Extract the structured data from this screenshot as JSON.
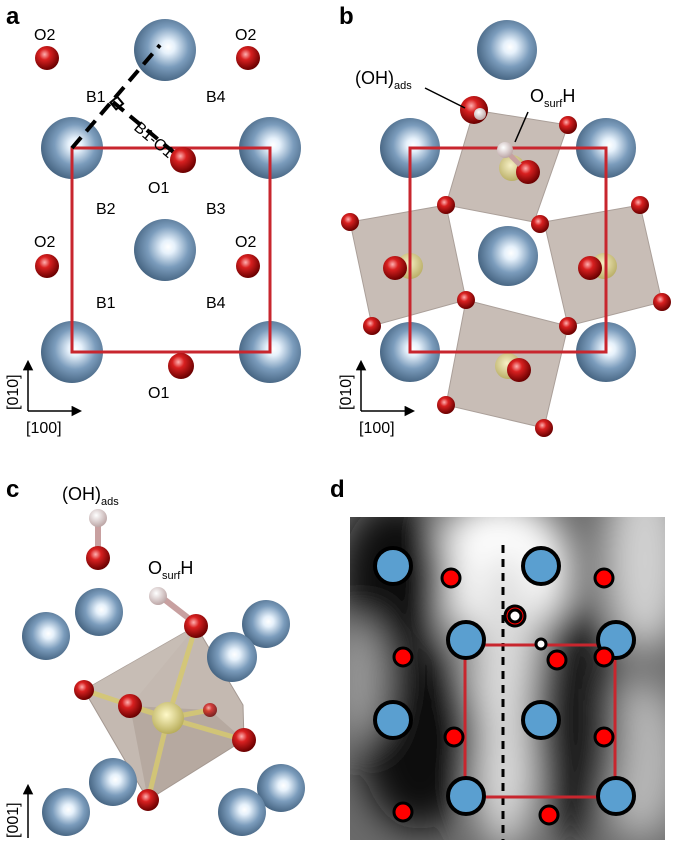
{
  "panels": {
    "a": {
      "label": "a",
      "sites": [
        "O2",
        "O2",
        "B1",
        "B1-O1",
        "B4",
        "O1",
        "B2",
        "B3",
        "O2",
        "O2",
        "B1",
        "B4",
        "O1"
      ],
      "axis_y": "[010]",
      "axis_x": "[100]"
    },
    "b": {
      "label": "b",
      "oh_main": "(OH)",
      "oh_sub": "ads",
      "osurf_main": "O",
      "osurf_sub": "surf",
      "osurf_tail": "H",
      "axis_y": "[010]",
      "axis_x": "[100]"
    },
    "c": {
      "label": "c",
      "oh_main": "(OH)",
      "oh_sub": "ads",
      "osurf_main": "O",
      "osurf_sub": "surf",
      "osurf_tail": "H",
      "axis_y": "[001]"
    },
    "d": {
      "label": "d"
    }
  },
  "colors": {
    "cation": "#6e8fae",
    "oxygen": "#d01818",
    "hydrogen": "#e8d2d2",
    "unit_cell": "#c8262e",
    "octahedron": "#b6a89e",
    "b_site": "#d8cc7a",
    "stm_marker_blue": "#5a9fd0",
    "stm_marker_red": "#ff0000"
  }
}
